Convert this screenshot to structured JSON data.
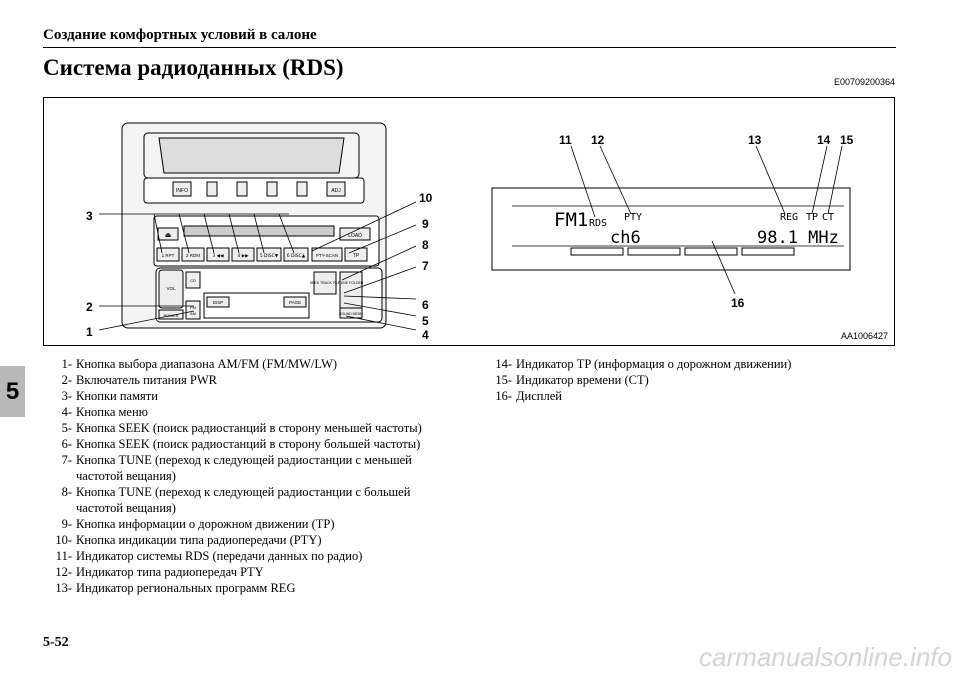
{
  "header": {
    "title": "Создание комфортных условий в салоне"
  },
  "section": {
    "title": "Система радиоданных (RDS)",
    "code": "E00709200364"
  },
  "figure": {
    "code": "AA1006427",
    "callouts": [
      "1",
      "2",
      "3",
      "4",
      "5",
      "6",
      "7",
      "8",
      "9",
      "10",
      "11",
      "12",
      "13",
      "14",
      "15",
      "16"
    ],
    "unit_buttons": {
      "info": "INFO",
      "adj": "ADJ",
      "load": "LOAD",
      "presets": [
        "1 RPT",
        "2 RDM",
        "3 ◀◀",
        "4 ▶▶",
        "5 DISC▼",
        "6 DISC▲"
      ],
      "pty_scan": "PTY-SCAN",
      "tp": "TP",
      "vol": "VOL",
      "power": "POWER",
      "disp": "DISP",
      "page": "PAGE",
      "fm": "FM",
      "am": "AM",
      "cd": "CD",
      "tune": "TUNE FOLDER",
      "seek": "SEEK TRACK FILE",
      "sound": "SOUND MENU"
    },
    "lcd": {
      "band": "FM1",
      "rds": "RDS",
      "pty": "PTY",
      "reg": "REG",
      "tp": "TP",
      "ct": "CT",
      "channel": "ch6",
      "frequency": "98.1 MHz"
    }
  },
  "legend_left": [
    {
      "num": "1-",
      "text": "Кнопка выбора диапазона AM/FM (FM/MW/LW)"
    },
    {
      "num": "2-",
      "text": "Включатель питания PWR"
    },
    {
      "num": "3-",
      "text": "Кнопки памяти"
    },
    {
      "num": "4-",
      "text": "Кнопка меню"
    },
    {
      "num": "5-",
      "text": "Кнопка SEEK (поиск радиостанций в сторону меньшей частоты)"
    },
    {
      "num": "6-",
      "text": "Кнопка SEEK (поиск радиостанций в сторону большей частоты)"
    },
    {
      "num": "7-",
      "text": "Кнопка TUNE (переход к следующей радиостанции с меньшей частотой вещания)"
    },
    {
      "num": "8-",
      "text": "Кнопка TUNE (переход к следующей радиостанции с большей частотой вещания)"
    },
    {
      "num": "9-",
      "text": "Кнопка информации о дорожном движении (TP)"
    },
    {
      "num": "10-",
      "text": "Кнопка индикации типа радиопередачи (PTY)"
    },
    {
      "num": "11-",
      "text": "Индикатор системы RDS (передачи данных по радио)"
    },
    {
      "num": "12-",
      "text": "Индикатор типа радиопередач PTY"
    },
    {
      "num": "13-",
      "text": "Индикатор региональных программ REG"
    }
  ],
  "legend_right": [
    {
      "num": "14-",
      "text": "Индикатор TP (информация о дорожном движении)"
    },
    {
      "num": "15-",
      "text": "Индикатор времени (CT)"
    },
    {
      "num": "16-",
      "text": "Дисплей"
    }
  ],
  "side_tab": "5",
  "page_number": "5-52",
  "watermark": "carmanualsonline.info"
}
